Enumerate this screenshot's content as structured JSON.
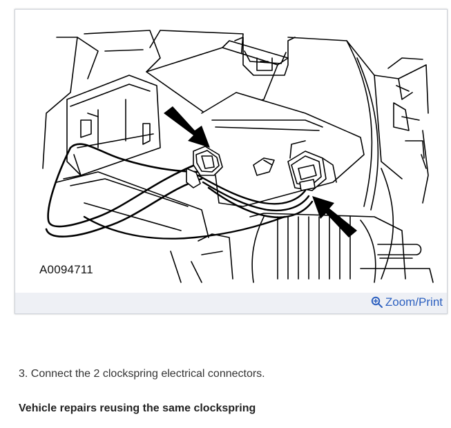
{
  "figure": {
    "id_label": "A0094711",
    "zoom_label": "Zoom/Print",
    "zoom_icon": "zoom-in-icon"
  },
  "instructions": {
    "step_text": "3. Connect the 2 clockspring electrical connectors.",
    "sub_heading": "Vehicle repairs reusing the same clockspring"
  }
}
